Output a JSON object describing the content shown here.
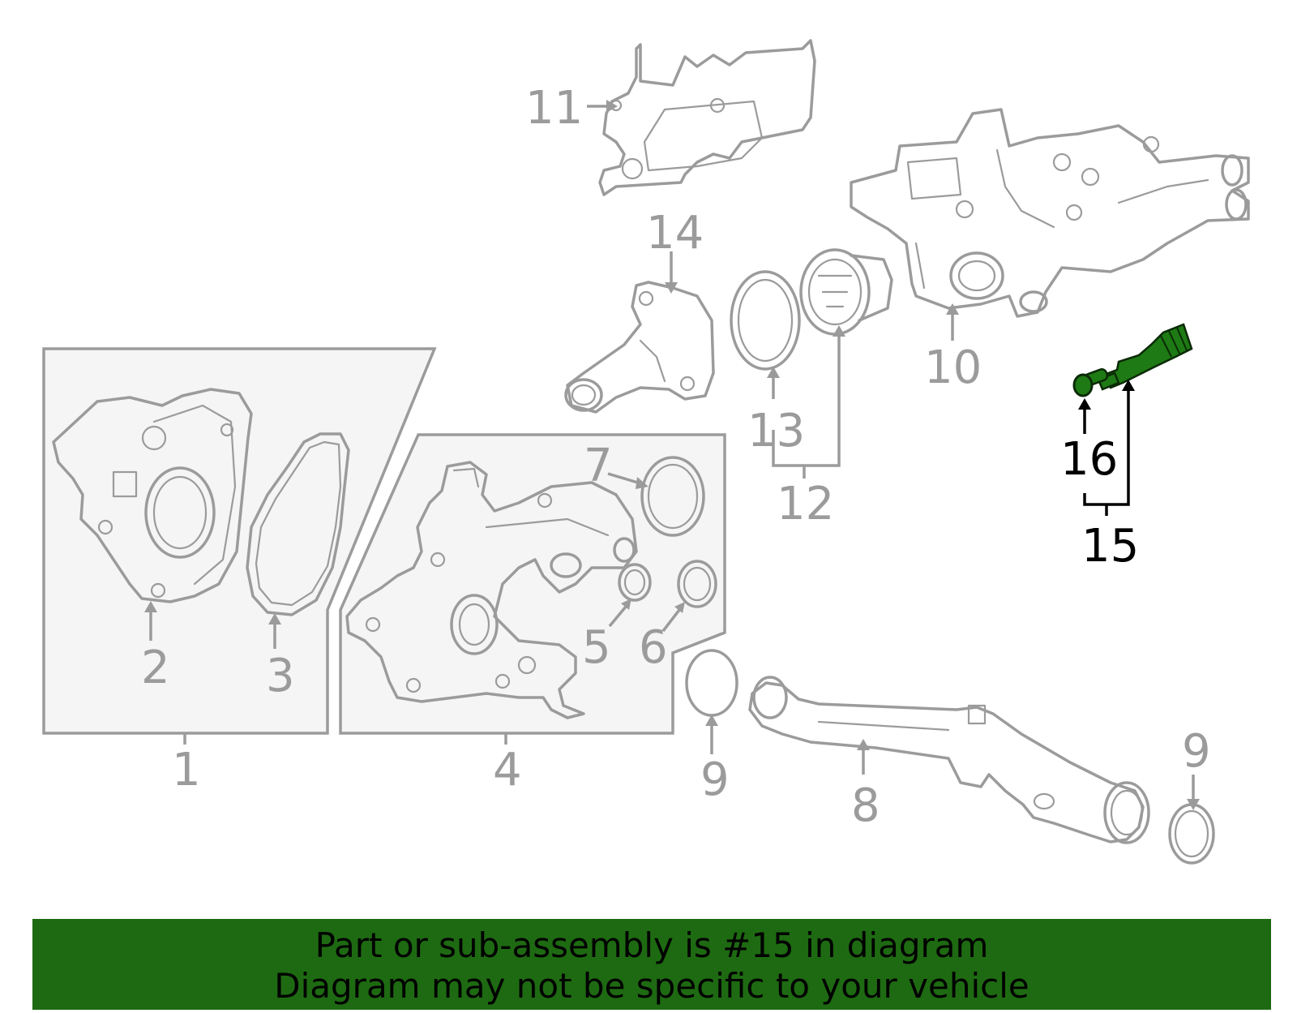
{
  "colors": {
    "line_gray": "#9b9b9b",
    "highlight_green": "#1e7a14",
    "banner_green": "#1e6a12",
    "highlight_label": "#000000"
  },
  "labels": {
    "l1": "1",
    "l2": "2",
    "l3": "3",
    "l4": "4",
    "l5": "5",
    "l6": "6",
    "l7": "7",
    "l8": "8",
    "l9a": "9",
    "l9b": "9",
    "l10": "10",
    "l11": "11",
    "l12": "12",
    "l13": "13",
    "l14": "14",
    "l15": "15",
    "l16": "16"
  },
  "highlighted_part": "15",
  "banner": {
    "line1": "Part or sub-assembly is #15 in diagram",
    "line2": "Diagram may not be specific to your vehicle"
  }
}
